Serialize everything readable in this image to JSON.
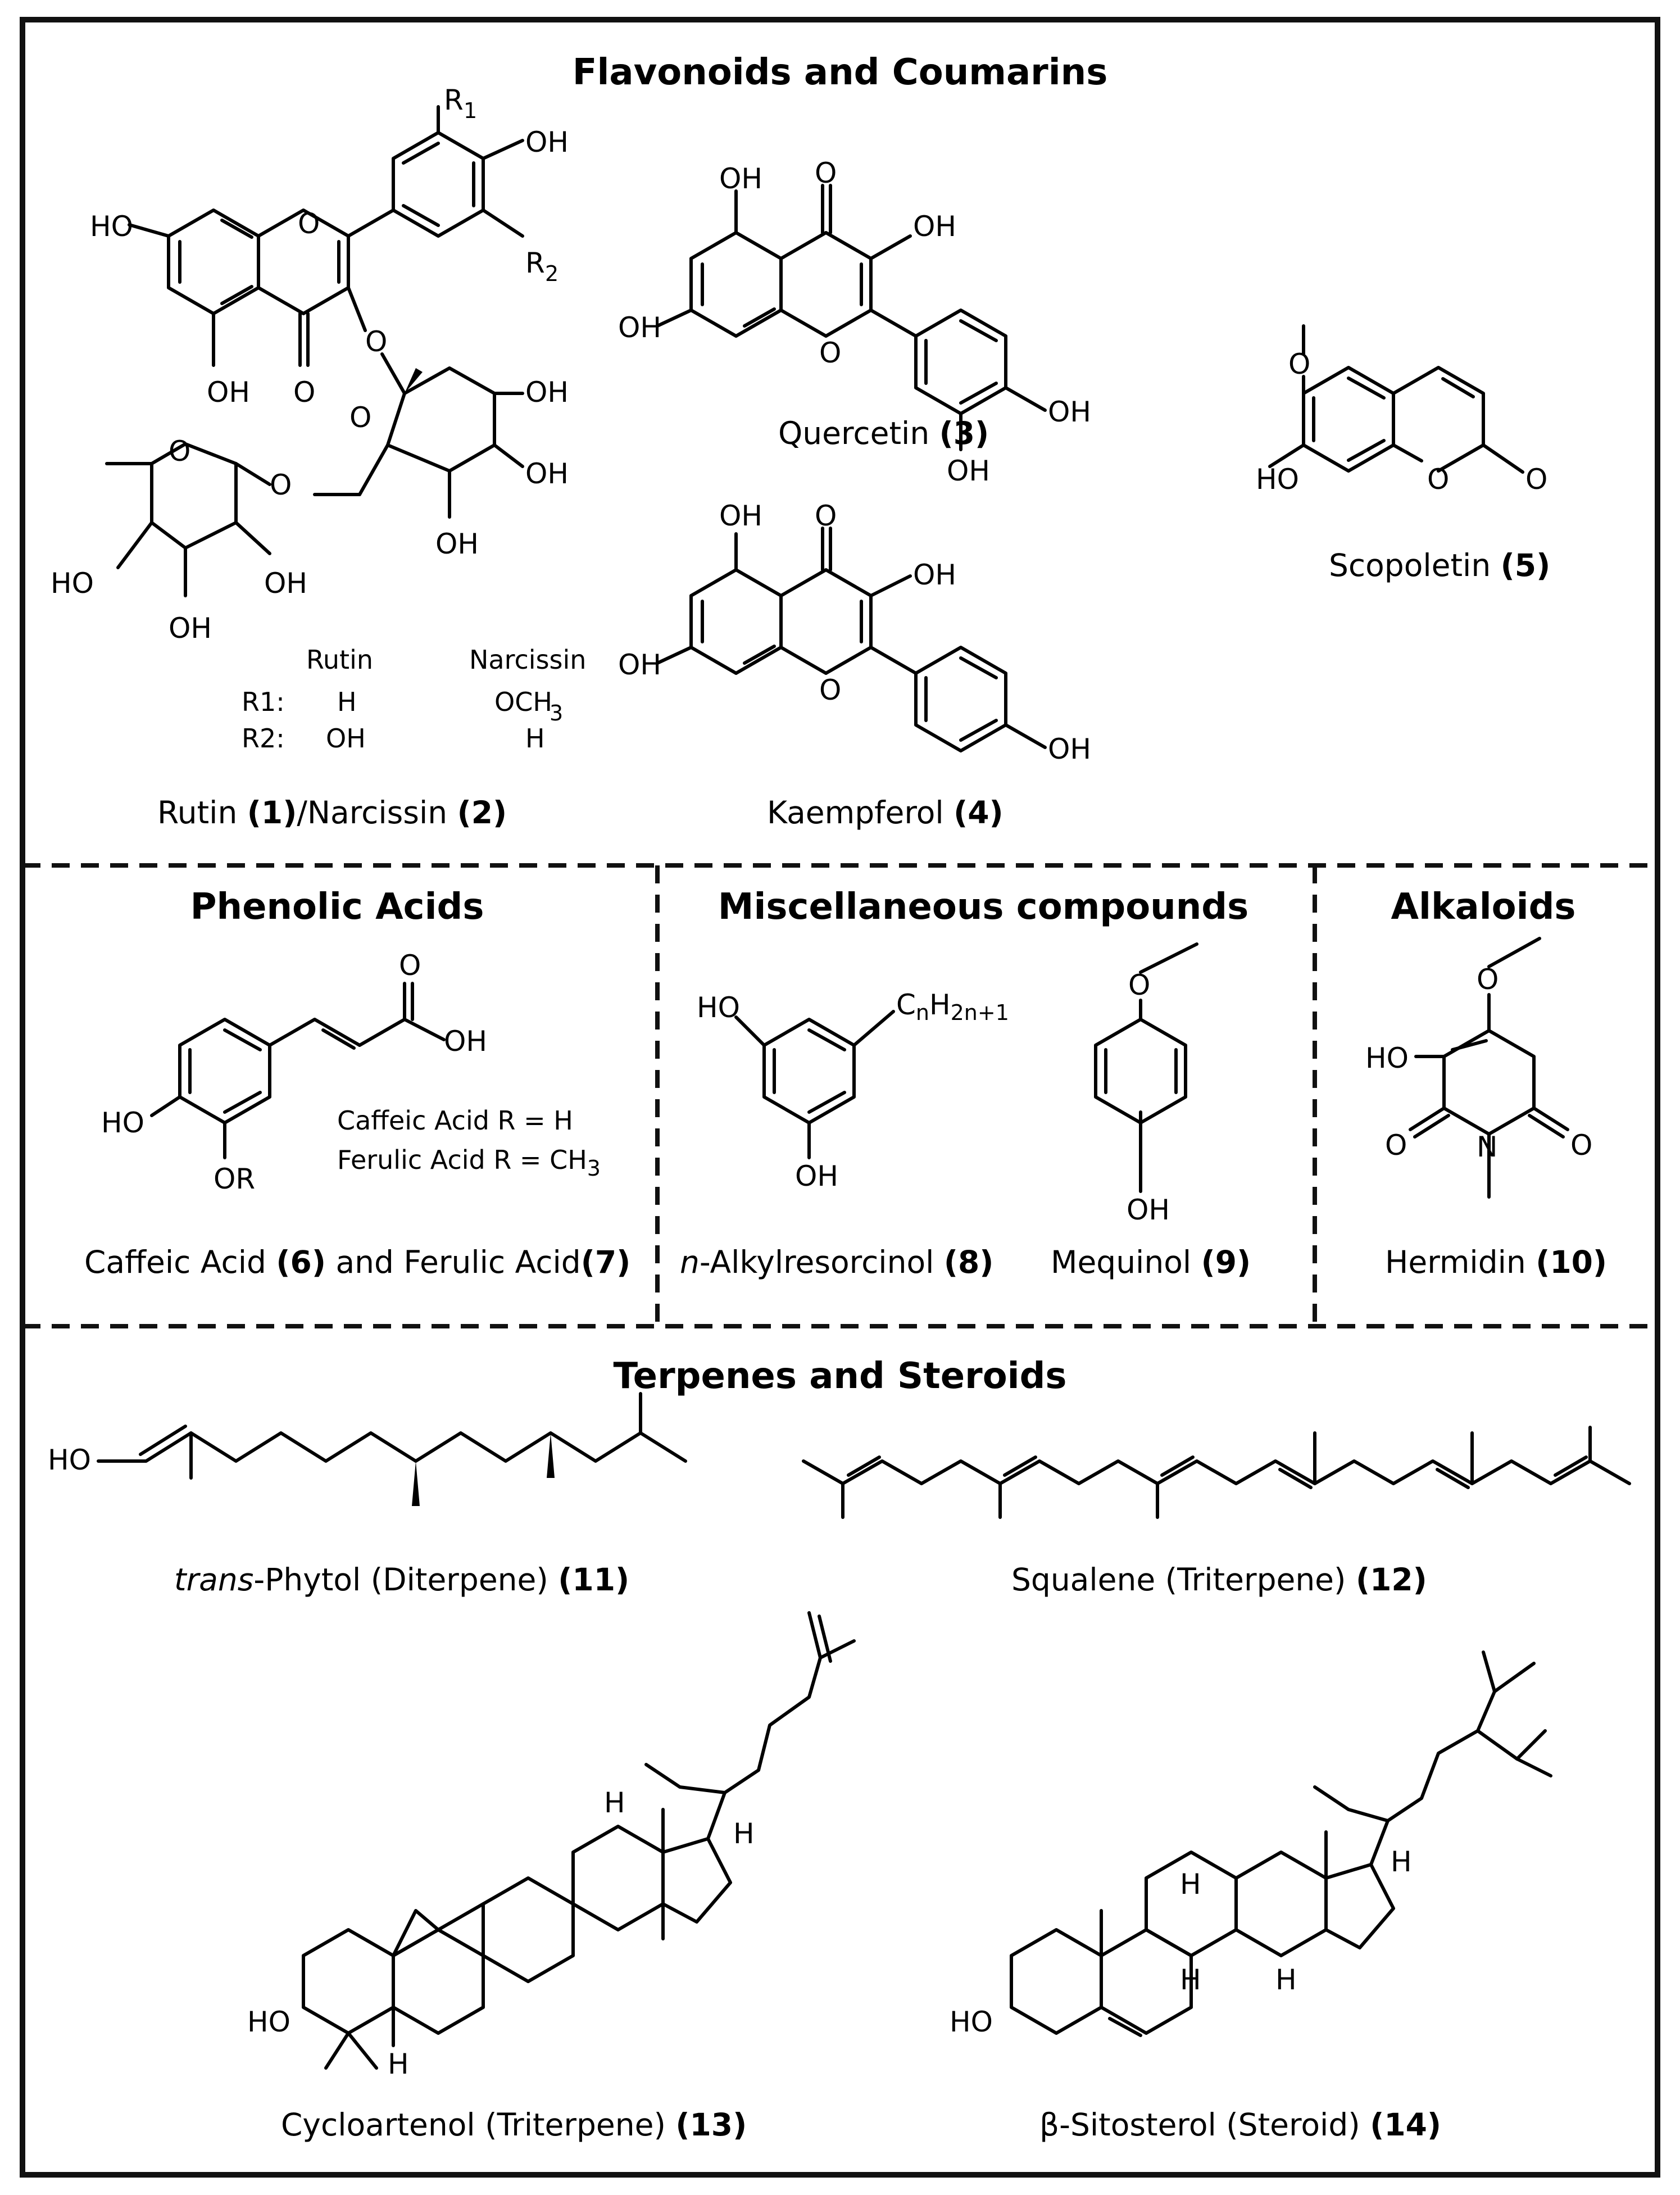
{
  "sections": {
    "flavonoids": {
      "title": "Flavonoids and Coumarins",
      "rutin_caption_name": "Rutin ",
      "rutin_caption_num": "(1)",
      "narcissin_caption_name": "/Narcissin ",
      "narcissin_caption_num": "(2)",
      "quercetin_caption_name": "Quercetin ",
      "quercetin_caption_num": "(3)",
      "kaempferol_caption_name": "Kaempferol ",
      "kaempferol_caption_num": "(4)",
      "scopoletin_caption_name": "Scopoletin ",
      "scopoletin_caption_num": "(5)",
      "substituent_table": {
        "col1": "Rutin",
        "col2": "Narcissin",
        "r1_label": "R1:",
        "r1_rutin": "H",
        "r1_narcissin": "OCH",
        "r1_narcissin_sub": "3",
        "r2_label": "R2:",
        "r2_rutin": "OH",
        "r2_narcissin": "H"
      }
    },
    "phenolic": {
      "title": "Phenolic Acids",
      "caffeic_line": "Caffeic Acid   R = H",
      "ferulic_line": "Ferulic Acid   R = CH",
      "ferulic_sub": "3",
      "caption_a": "Caffeic Acid ",
      "caption_a_num": "(6)",
      "caption_b": " and Ferulic Acid",
      "caption_b_num": "(7)"
    },
    "misc": {
      "title": "Miscellaneous compounds",
      "alkyl_prefix": "n",
      "alkyl_name": "-Alkylresorcinol ",
      "alkyl_num": "(8)",
      "mequinol_name": "Mequinol ",
      "mequinol_num": "(9)",
      "chain_c": "C",
      "chain_n": "n",
      "chain_h": "H",
      "chain_sub": "2n+1"
    },
    "alkaloids": {
      "title": "Alkaloids",
      "hermidin_name": "Hermidin ",
      "hermidin_num": "(10)"
    },
    "terpenes": {
      "title": "Terpenes and Steroids",
      "phytol_prefix": "trans",
      "phytol_name": "-Phytol (Diterpene) ",
      "phytol_num": "(11)",
      "squalene_name": "Squalene (Triterpene) ",
      "squalene_num": "(12)",
      "cycloartenol_name": "Cycloartenol (Triterpene) ",
      "cycloartenol_num": "(13)",
      "sitosterol_name": "β-Sitosterol (Steroid) ",
      "sitosterol_num": "(14)"
    }
  },
  "atoms": {
    "OH": "OH",
    "HO": "HO",
    "O": "O",
    "N": "N",
    "H": "H",
    "OR": "OR",
    "R": "R",
    "R1_sub": "1",
    "R2_sub": "2"
  }
}
